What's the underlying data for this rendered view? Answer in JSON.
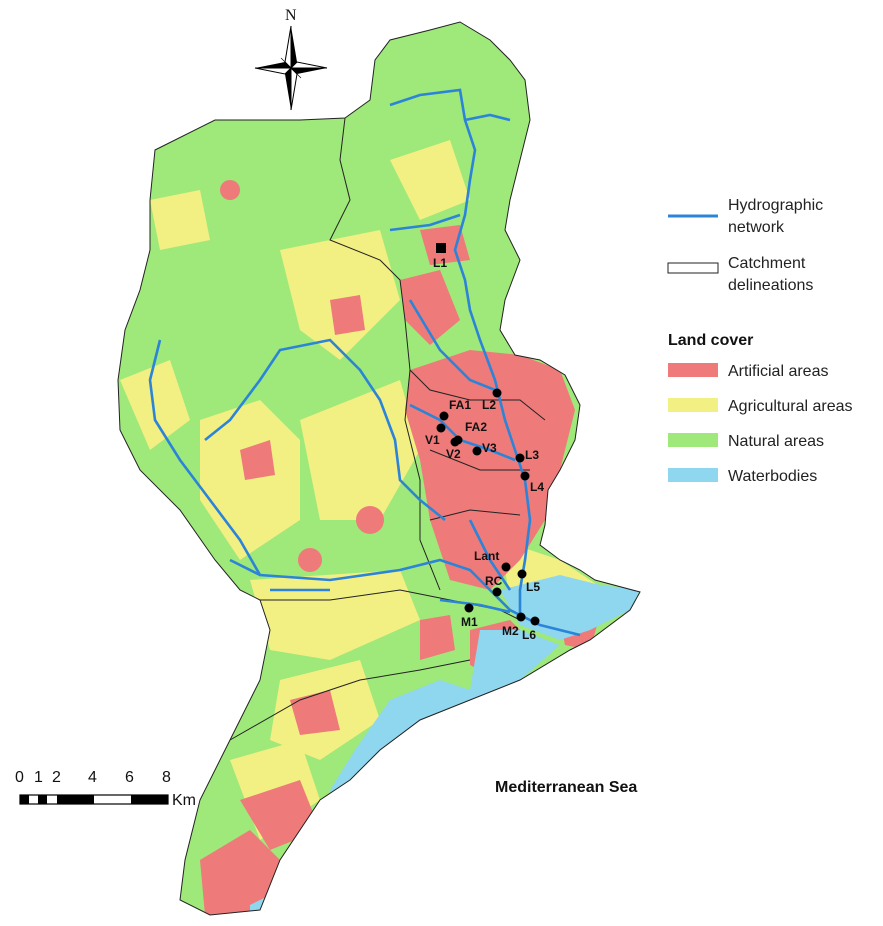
{
  "north_label": "N",
  "sea_label": "Mediterranean Sea",
  "legend": {
    "hydro_label_1": "Hydrographic",
    "hydro_label_2": "network",
    "catch_label_1": "Catchment",
    "catch_label_2": "delineations",
    "landcover_title": "Land cover",
    "classes": [
      {
        "label": "Artificial areas",
        "color": "#ee7a7a"
      },
      {
        "label": "Agricultural areas",
        "color": "#f2ef83"
      },
      {
        "label": "Natural areas",
        "color": "#9fe87a"
      },
      {
        "label": "Waterbodies",
        "color": "#8fd6ef"
      }
    ],
    "hydro_color": "#2c84d8"
  },
  "scale": {
    "ticks": [
      "0",
      "1",
      "2",
      "4",
      "6",
      "8"
    ],
    "unit": "Km"
  },
  "stations": [
    {
      "label": "L1",
      "marker": "square"
    },
    {
      "label": "L2",
      "marker": "circle"
    },
    {
      "label": "FA1",
      "marker": "circle"
    },
    {
      "label": "FA2",
      "marker": "circle"
    },
    {
      "label": "V1",
      "marker": "circle"
    },
    {
      "label": "V2",
      "marker": "circle"
    },
    {
      "label": "V3",
      "marker": "circle"
    },
    {
      "label": "L3",
      "marker": "circle"
    },
    {
      "label": "L4",
      "marker": "circle"
    },
    {
      "label": "Lant",
      "marker": "circle"
    },
    {
      "label": "RC",
      "marker": "circle"
    },
    {
      "label": "L5",
      "marker": "circle"
    },
    {
      "label": "M1",
      "marker": "circle"
    },
    {
      "label": "M2",
      "marker": "circle"
    },
    {
      "label": "L6",
      "marker": "circle"
    }
  ]
}
